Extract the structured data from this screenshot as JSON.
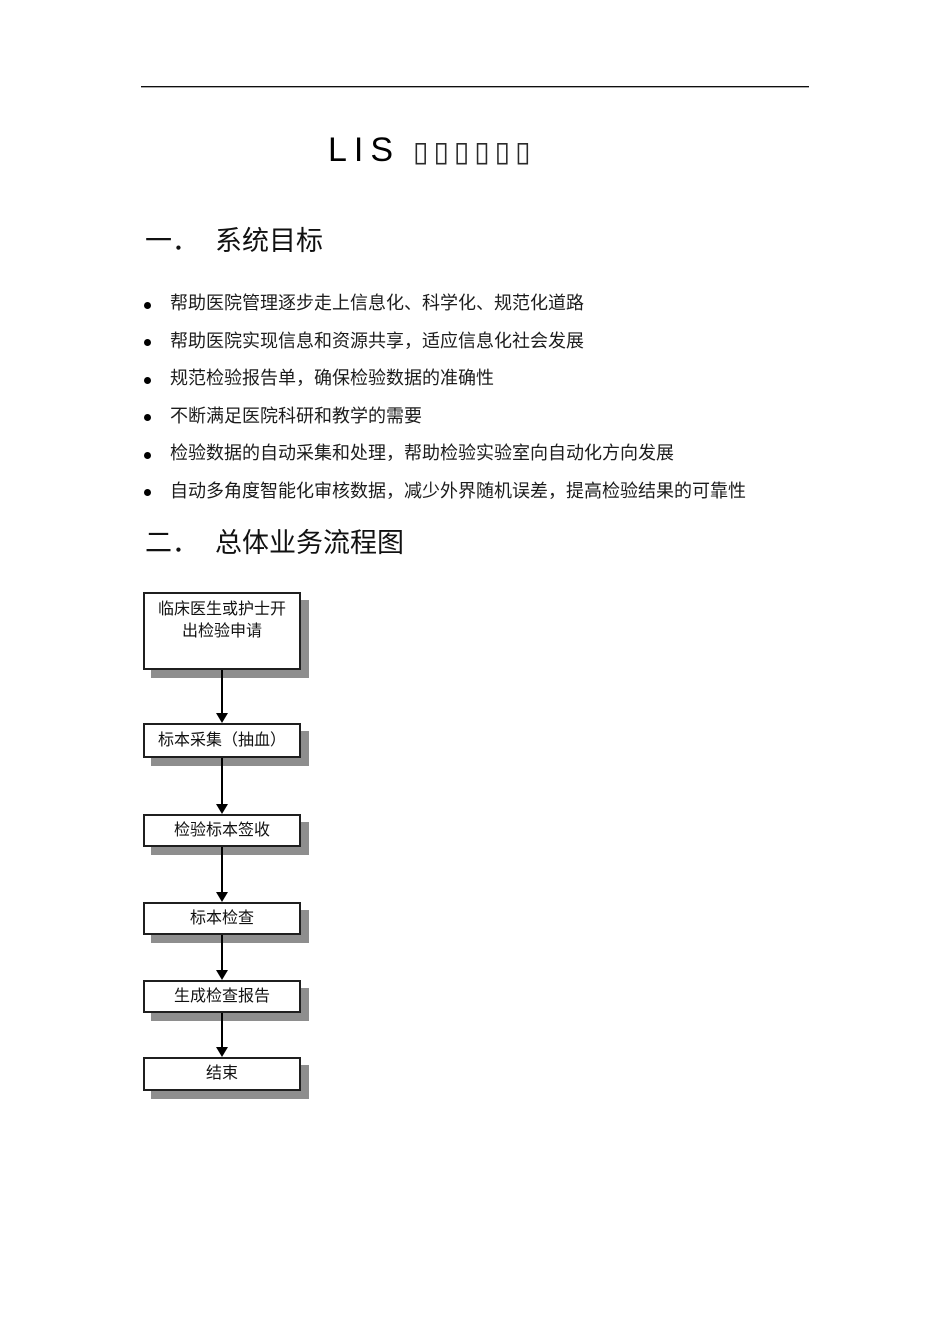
{
  "page": {
    "background": "#ffffff",
    "rule_color": "#0f0f0f"
  },
  "title": {
    "latin": "LIS",
    "missing_glyphs": "▯▯▯▯▯▯"
  },
  "sections": [
    {
      "number": "一．",
      "title": "系统目标"
    },
    {
      "number": "二．",
      "title": "总体业务流程图"
    }
  ],
  "bullets": [
    "帮助医院管理逐步走上信息化、科学化、规范化道路",
    "帮助医院实现信息和资源共享，适应信息化社会发展",
    "规范检验报告单，确保检验数据的准确性",
    "不断满足医院科研和教学的需要",
    "检验数据的自动采集和处理，帮助检验实验室向自动化方向发展",
    "自动多角度智能化审核数据，减少外界随机误差，提高检验结果的可靠性"
  ],
  "flowchart": {
    "boxes": [
      {
        "label": "临床医生或护士开出检验申请",
        "lines": [
          "临床医生或护士开",
          "出检验申请"
        ]
      },
      {
        "label": "标本采集（抽血）",
        "lines": [
          "标本采集（抽血）"
        ]
      },
      {
        "label": "检验标本签收",
        "lines": [
          "检验标本签收"
        ]
      },
      {
        "label": "标本检查",
        "lines": [
          "标本检查"
        ]
      },
      {
        "label": "生成检查报告",
        "lines": [
          "生成检查报告"
        ]
      },
      {
        "label": "结束",
        "lines": [
          "结束"
        ]
      }
    ],
    "colors": {
      "box_border": "#1f1f1f",
      "box_shadow": "#8e8e8e",
      "arrow": "#000000",
      "text": "#111111"
    }
  }
}
